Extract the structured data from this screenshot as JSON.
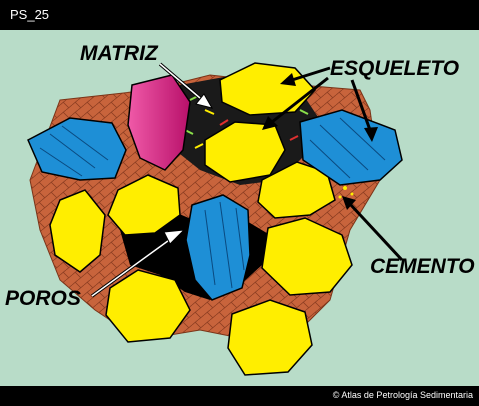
{
  "window": {
    "title": "PS_25"
  },
  "diagram": {
    "labels": {
      "matrix": "MATRIZ",
      "skeleton": "ESQUELETO",
      "cement": "CEMENTO",
      "pores": "POROS"
    }
  },
  "footer": {
    "credit": "© Atlas de Petrología Sedimentaria"
  },
  "colors": {
    "background": "#b8dcc8",
    "cement": "#c8643c",
    "grain_yellow": "#ffee00",
    "grain_blue": "#1e8fd6",
    "grain_magenta": "#e0208a",
    "matrix": "#1a1a1a",
    "pores": "#000000"
  }
}
